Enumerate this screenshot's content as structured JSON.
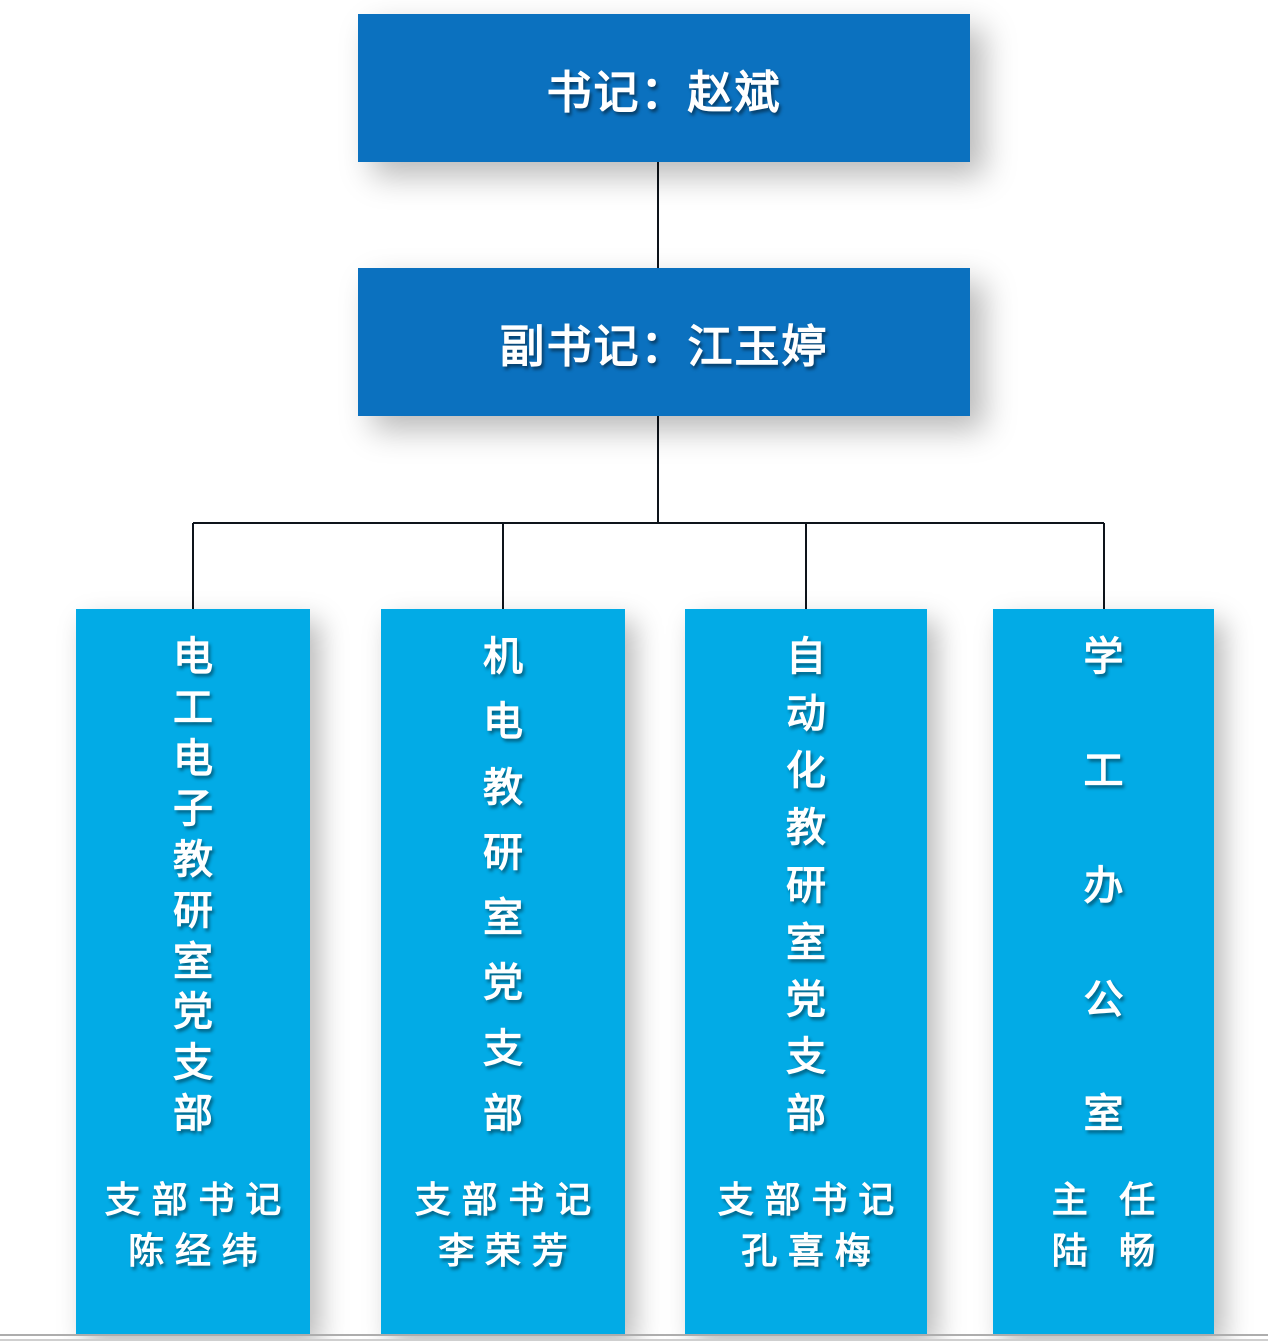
{
  "org_chart": {
    "secretary": {
      "label": "书记：赵斌"
    },
    "deputy_secretary": {
      "label": "副书记：江玉婷"
    },
    "branches": [
      {
        "title": "电工电子教研室党支部",
        "role": "支部书记",
        "person": "陈经纬"
      },
      {
        "title": "机电教研室党支部",
        "role": "支部书记",
        "person": "李荣芳"
      },
      {
        "title": "自动化教研室党支部",
        "role": "支部书记",
        "person": "孔喜梅"
      },
      {
        "title": "学工办公室",
        "role": "主 任",
        "person": "陆 畅"
      }
    ],
    "colors": {
      "level_box_fill": "#0b71bf",
      "branch_box_fill": "#02abe6",
      "text_color": "#ffffff",
      "connector_color": "#0e141b"
    }
  }
}
